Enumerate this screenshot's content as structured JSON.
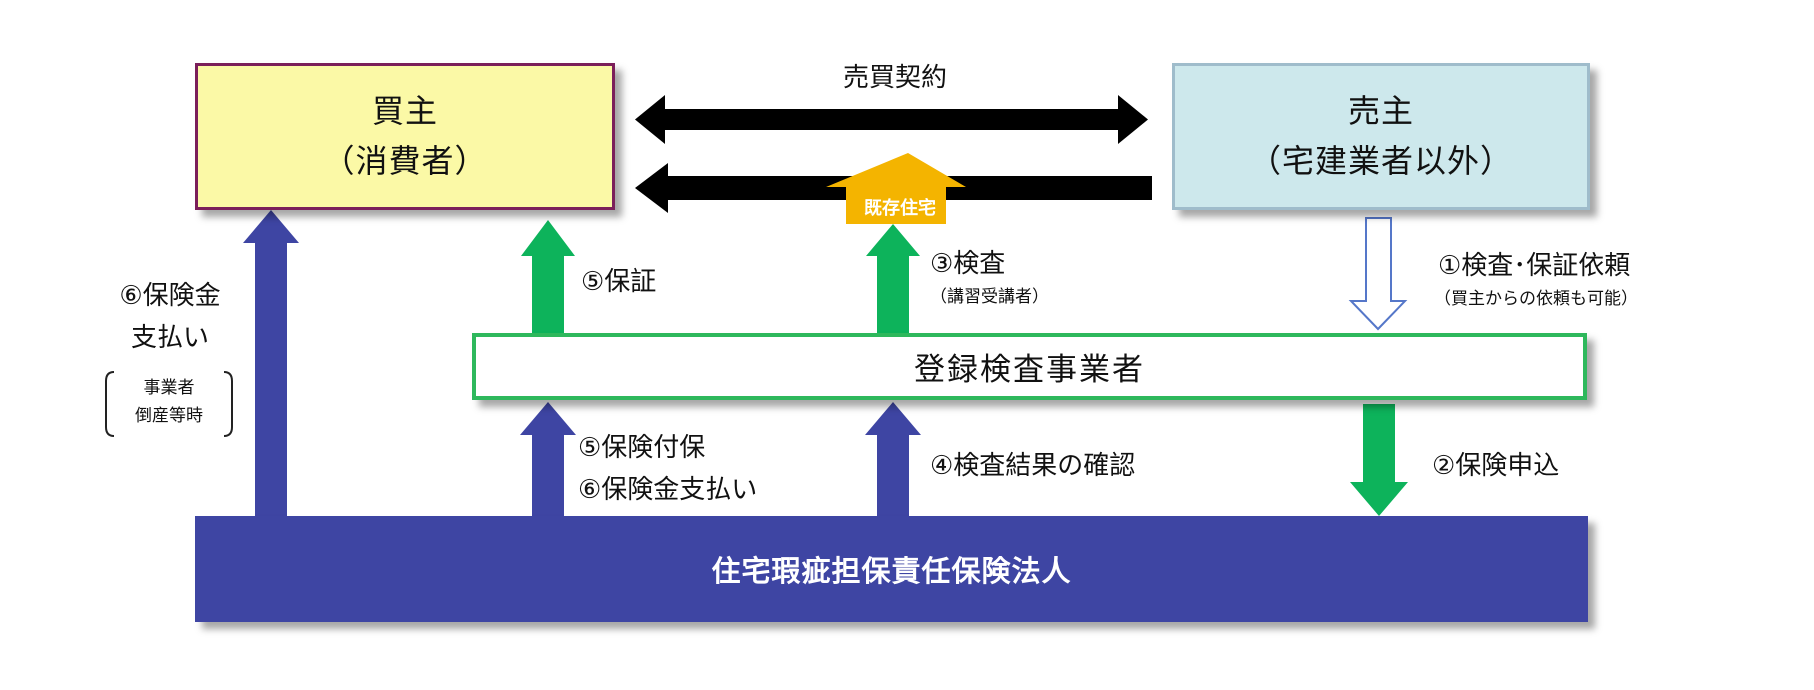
{
  "parties": {
    "buyer": {
      "line1": "買主",
      "line2": "（消費者）"
    },
    "seller": {
      "line1": "売主",
      "line2": "（宅建業者以外）"
    },
    "inspector": {
      "label": "登録検査事業者"
    },
    "insurer": {
      "label": "住宅瑕疵担保責任保険法人"
    }
  },
  "flows": {
    "sales_contract": "売買契約",
    "existing_house": "既存住宅",
    "step1": {
      "label": "①検査･保証依頼",
      "note": "（買主からの依頼も可能）"
    },
    "step2": {
      "label": "②保険申込"
    },
    "step3": {
      "label": "③検査",
      "note": "（講習受講者）"
    },
    "step4": {
      "label": "④検査結果の確認"
    },
    "step5_guarantee": {
      "label": "⑤保証"
    },
    "step5_6": {
      "line1": "⑤保険付保",
      "line2": "⑥保険金支払い"
    },
    "step6_direct": {
      "line1": "⑥保険金",
      "line2": "支払い",
      "condition_line1": "事業者",
      "condition_line2": "倒産等時"
    }
  },
  "colors": {
    "buyer_fill": "#fbf9a6",
    "buyer_border": "#7b1f5a",
    "seller_fill": "#cde8ec",
    "inspector_border": "#2eb85c",
    "insurer_fill": "#3e45a3",
    "green_arrow": "#0db35b",
    "blue_arrow": "#3e45a3",
    "black_arrow": "#000000",
    "badge_orange": "#f4b400"
  }
}
